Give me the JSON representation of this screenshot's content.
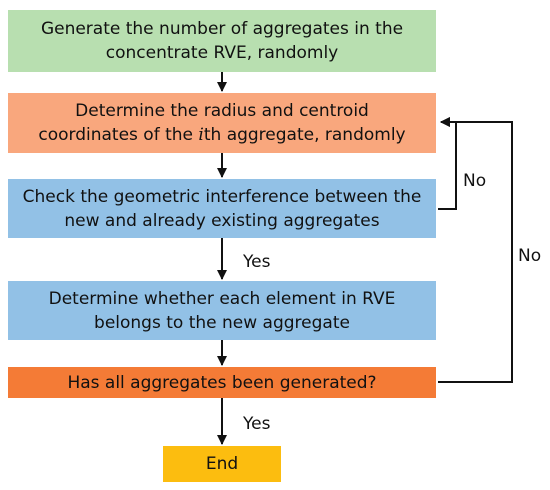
{
  "colors": {
    "green": "#b8dfb0",
    "salmon": "#f9a77d",
    "blue": "#92c1e6",
    "orange": "#f47b36",
    "yellow": "#fcbd0f",
    "line": "#111111"
  },
  "nodes": {
    "generate": {
      "line1": "Generate the number of aggregates in the",
      "line2": "concentrate RVE, randomly"
    },
    "determine_radius": {
      "line1": "Determine the radius and centroid",
      "line2_pre": "coordinates of the ",
      "line2_sym": "i",
      "line2_post": "th aggregate, randomly"
    },
    "check_interference": {
      "line1": "Check the geometric interference between the",
      "line2": "new and already existing aggregates"
    },
    "determine_element": {
      "line1": "Determine whether each element in RVE",
      "line2": "belongs to the new aggregate"
    },
    "all_generated": {
      "line1": "Has all aggregates been generated?"
    },
    "end": {
      "line1": "End"
    }
  },
  "edges": {
    "check_yes": "Yes",
    "check_no": "No",
    "all_no": "No",
    "all_yes": "Yes"
  }
}
